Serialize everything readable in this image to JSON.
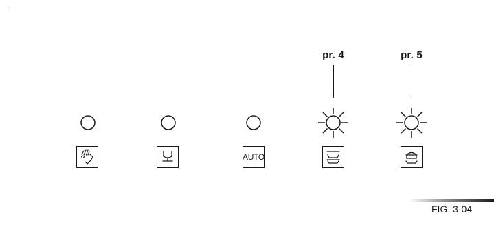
{
  "panel": {
    "program_labels": [
      "pr. 4",
      "pr. 5"
    ],
    "buttons": [
      {
        "id": "prewash",
        "icon": "spray-rinse-icon",
        "led": "off"
      },
      {
        "id": "glass",
        "icon": "glass-icon",
        "led": "off"
      },
      {
        "id": "auto",
        "label": "AUTO",
        "led": "off"
      },
      {
        "id": "pr4",
        "icon": "double-basket-icon",
        "led": "on"
      },
      {
        "id": "pr5",
        "icon": "single-basket-icon",
        "led": "on"
      }
    ]
  },
  "figure": {
    "caption": "FIG. 3-04"
  }
}
